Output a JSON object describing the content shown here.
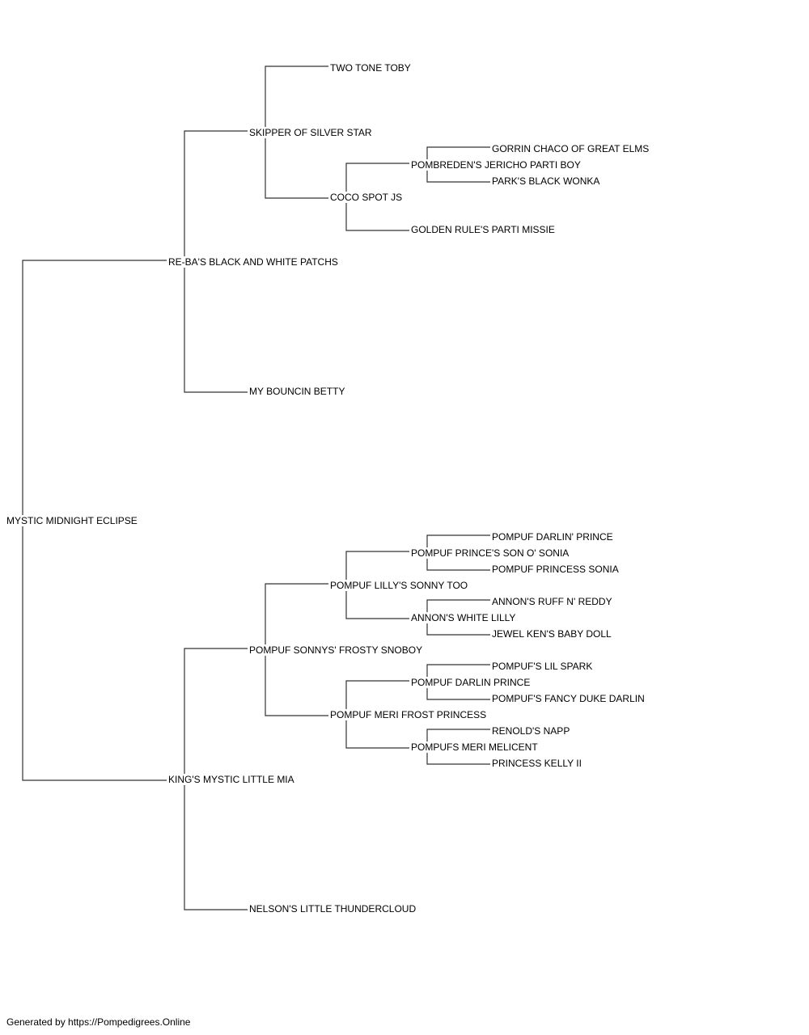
{
  "pedigree": {
    "subject": "MYSTIC MIDNIGHT ECLIPSE",
    "sire": "RE-BA'S BLACK AND WHITE PATCHS",
    "sire_sire": "SKIPPER OF SILVER STAR",
    "sire_sire_sire": "TWO TONE TOBY",
    "sire_sire_dam": "COCO SPOT JS",
    "sire_sire_dam_sire": "POMBREDEN'S JERICHO PARTI BOY",
    "sire_sire_dam_sire_sire": "GORRIN CHACO OF GREAT ELMS",
    "sire_sire_dam_sire_dam": "PARK'S BLACK WONKA",
    "sire_sire_dam_dam": "GOLDEN RULE'S PARTI MISSIE",
    "sire_dam": "MY BOUNCIN BETTY",
    "dam": "KING'S MYSTIC LITTLE MIA",
    "dam_sire": "POMPUF SONNYS' FROSTY SNOBOY",
    "dam_sire_sire": "POMPUF LILLY'S SONNY TOO",
    "dam_sire_sire_sire": "POMPUF PRINCE'S SON O' SONIA",
    "dam_sire_sire_sire_sire": "POMPUF DARLIN' PRINCE",
    "dam_sire_sire_sire_dam": "POMPUF PRINCESS SONIA",
    "dam_sire_sire_dam": "ANNON'S WHITE LILLY",
    "dam_sire_sire_dam_sire": "ANNON'S RUFF N' REDDY",
    "dam_sire_sire_dam_dam": "JEWEL KEN'S BABY DOLL",
    "dam_sire_dam": "POMPUF MERI FROST PRINCESS",
    "dam_sire_dam_sire": "POMPUF DARLIN PRINCE",
    "dam_sire_dam_sire_sire": "POMPUF'S LIL SPARK",
    "dam_sire_dam_sire_dam": "POMPUF'S FANCY DUKE DARLIN",
    "dam_sire_dam_dam": "POMPUFS MERI MELICENT",
    "dam_sire_dam_dam_sire": "RENOLD'S NAPP",
    "dam_sire_dam_dam_dam": "PRINCESS KELLY II",
    "dam_dam": "NELSON'S LITTLE THUNDERCLOUD"
  },
  "footer": "Generated by https://Pompedigrees.Online",
  "line_color": "#333333"
}
